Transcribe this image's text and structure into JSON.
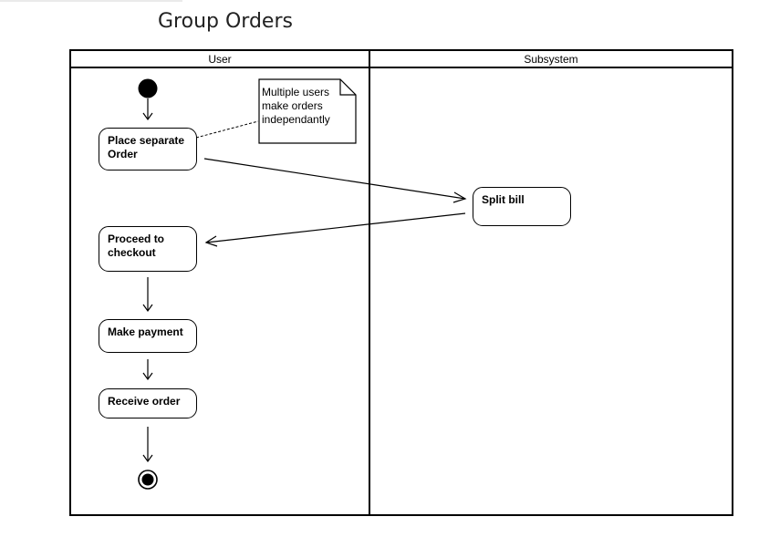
{
  "diagram": {
    "title": "Group Orders",
    "lanes": {
      "user": "User",
      "subsystem": "Subsystem"
    },
    "note": "Multiple users make orders independantly",
    "actions": {
      "place_order": "Place separate Order",
      "split_bill": "Split bill",
      "proceed_checkout": "Proceed to checkout",
      "make_payment": "Make payment",
      "receive_order": "Receive order"
    }
  }
}
